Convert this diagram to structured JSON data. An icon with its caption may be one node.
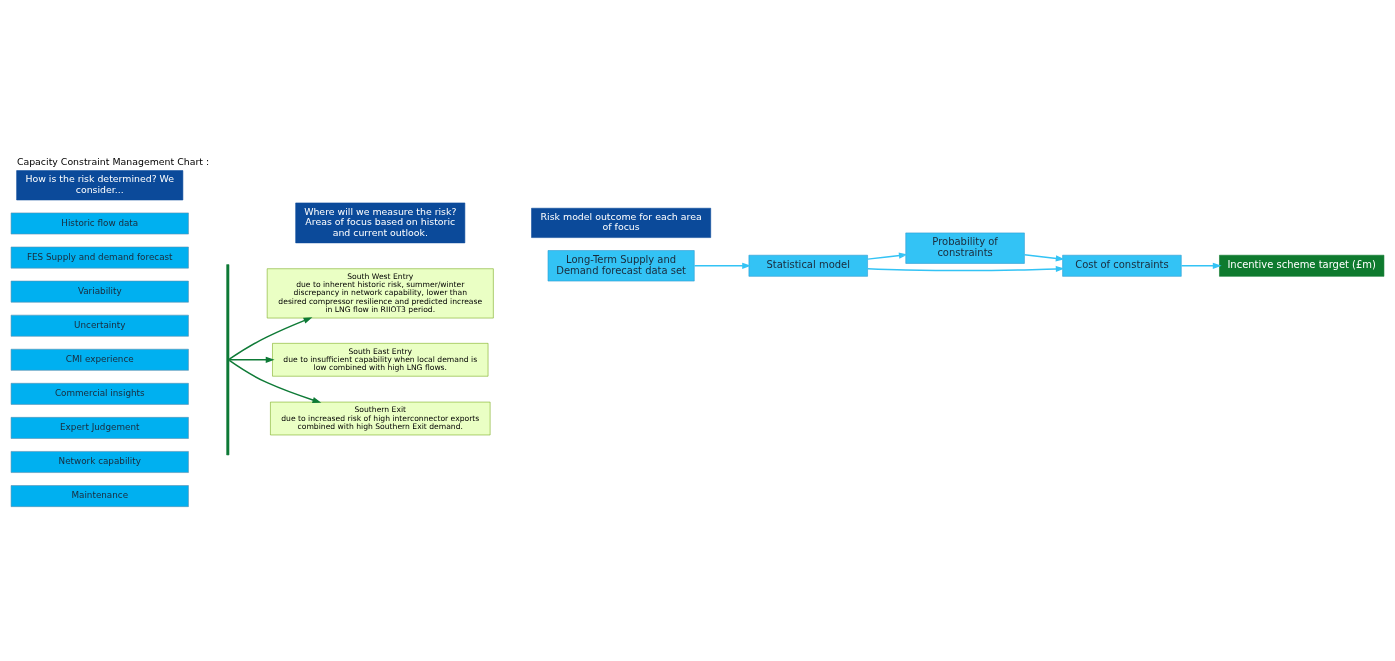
{
  "diagram": {
    "title": "Capacity Constraint Management Chart :",
    "nodes": [
      {
        "text": [
          "How is the risk determined? We consider..."
        ]
      },
      {
        "text": [
          "Where will we measure the risk?",
          "Areas of focus based on historic and current outlook."
        ]
      },
      {
        "text": [
          "Risk model outcome for each area of focus"
        ]
      },
      {
        "text": [
          "Historic flow data"
        ]
      },
      {
        "text": [
          "FES Supply and demand forecast"
        ]
      },
      {
        "text": [
          "Variability"
        ]
      },
      {
        "text": [
          "Uncertainty"
        ]
      },
      {
        "text": [
          "CMI experience"
        ]
      },
      {
        "text": [
          "Commercial insights"
        ]
      },
      {
        "text": [
          "Expert Judgement"
        ]
      },
      {
        "text": [
          "Network capability"
        ]
      },
      {
        "text": [
          "Maintenance"
        ]
      },
      {
        "text": [],
        "shape": "bar"
      },
      {
        "text": [
          "South West Entry",
          "due to inherent historic risk, summer/winter discrepancy in network capability, lower than desired compressor resilience and predicted increase in LNG flow in RIIOT3 period."
        ]
      },
      {
        "text": [
          "South East Entry",
          "due to insufficient capability when local demand is low combined with high LNG flows."
        ]
      },
      {
        "text": [
          "Southern Exit",
          "due to increased risk of high interconnector exports combined with high Southern Exit demand."
        ]
      },
      {
        "text": [
          "Long-Term Supply and Demand forecast data set"
        ]
      },
      {
        "text": [
          "Statistical model"
        ]
      },
      {
        "text": [
          "Probability of constraints"
        ]
      },
      {
        "text": [
          "Cost of constraints"
        ]
      },
      {
        "text": [
          "Incentive scheme target (£m)"
        ]
      }
    ],
    "edges": [
      {
        "from": 12,
        "to": 13,
        "arrow": "to",
        "color": "#0e7a36"
      },
      {
        "from": 12,
        "to": 14,
        "arrow": "to",
        "color": "#0e7a36"
      },
      {
        "from": 12,
        "to": 15,
        "arrow": "to",
        "color": "#0e7a36"
      },
      {
        "from": 16,
        "to": 17,
        "arrow": "to"
      },
      {
        "from": 17,
        "to": 18,
        "arrow": "to"
      },
      {
        "from": 17,
        "to": 19,
        "arrow": "to"
      },
      {
        "from": 18,
        "to": 19,
        "arrow": "to"
      },
      {
        "from": 19,
        "to": 20,
        "arrow": "to"
      }
    ]
  }
}
